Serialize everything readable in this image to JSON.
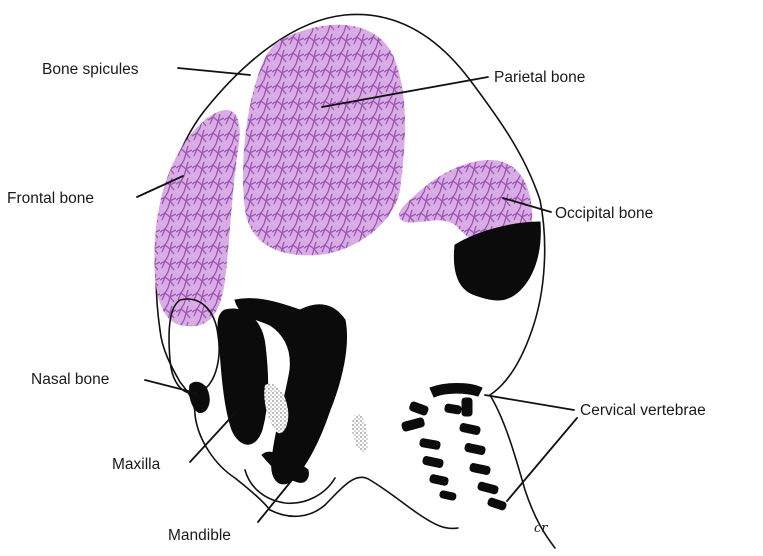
{
  "labels": {
    "bone_spicules": "Bone spicules",
    "parietal_bone": "Parietal bone",
    "frontal_bone": "Frontal bone",
    "occipital_bone": "Occipital bone",
    "nasal_bone": "Nasal bone",
    "cervical_vertebrae": "Cervical vertebrae",
    "maxilla": "Maxilla",
    "mandible": "Mandible"
  },
  "signature": "cr",
  "colors": {
    "ossification": "#c487d6",
    "ossification_dark": "#9b55b4",
    "cartilage_outline": "#111111",
    "solid_bone": "#0b0b0b"
  }
}
